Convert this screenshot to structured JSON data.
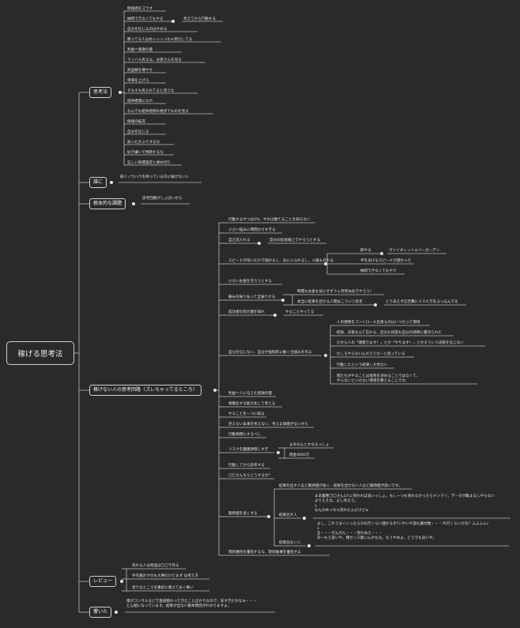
{
  "root": "稼げる思考法",
  "b_thinking": {
    "label": "思考法",
    "items": [
      "情報源をズラす",
      "納得できなくてもやる",
      "考えてから行動する",
      "自分を信じるのはやめる",
      "勝ってる人はめっっっっちゃ努力してる",
      "利益＝感謝の量",
      "ライバル見るな、お客さんを見る",
      "商品数を増やせ",
      "単価を上げろ",
      "そもそも見られてると思うな",
      "提供者側になれ",
      "なんでも提供者側の視点でものを見る",
      "情報の転売",
      "自分を信じる",
      "知ったかぶりするな",
      "好き嫌いで判断するな",
      "正しい目標設定と締め切り"
    ]
  },
  "b_intro": {
    "label": "誰に",
    "item": "稼ぐノウハウを持っているのに稼げない人"
  },
  "b_root": {
    "label": "根本的な課題",
    "item": "思考回路がしょぼいから"
  },
  "b_bad": {
    "label": "稼げない人の思考回路（ズレちゃってるところ）",
    "i1": "行動するやつは2%、やれば勝てることを知らない",
    "i2": "小さい悩みに時間かけすぎる",
    "i3": "自己流入れる",
    "i3a": "自分の延長線上でやろうとする",
    "i4": "スピードが早いだけで儲かるし、気に入られるし、人脈も作れる",
    "i4a": "即やる",
    "i4a1": "ヴァイオレットエバーガーデン",
    "i4b": "手をあげるスピードが遅かった",
    "i4c": "納得できなくてもやり",
    "i5": "小さいお金を守ろうとする",
    "i6": "痛みを振り払って全振りする",
    "i6a": "時間もお金も気にせず３ヶ月死ぬ気でやろう！",
    "i6b": "本当に結果を出せる人間はこういう思考",
    "i6b1": "とりあえず広告費に３００万をぶっ込んでる",
    "i7": "成功者の努力量を知れ",
    "i7a": "やることやってる",
    "i8": "自分を信じない、自分が強制的に動く仕組みを作る",
    "i8a": "人の感情をコントロール出来るのはいつだって環境",
    "i8b": "結局、決意なんて忘れる、自分も何度も自分の感情に裏切られた",
    "i8c": "だから人の「頑張ります！」とか「やります！」とかそういう決意を信じない",
    "i8d": "むしろやらないんだろうなーと思っている",
    "i8e": "行動したという結果しか見ない",
    "i8f": "僕たちがやることは覚悟を決めることではなくて、\nやらないといけない環境を整えることです。",
    "i9": "利益＝人に与えた感謝の量",
    "i10": "視聴化する能力化して考える",
    "i11": "やることを一つに絞る",
    "i12": "見えない未来を考えない、考える価値がないから",
    "i13": "行動目標にするべし",
    "i14": "リスクを腹膜評価しすぎ",
    "i14a": "まあなんとかなるっしょ",
    "i14b": "借金4000万",
    "i15": "行動してから思考する",
    "i16": "〇〇さんならどうするか？",
    "i17": "期待値を低くする",
    "i17a": "結果を出す人ほど期待値が低く、結果を出せない人ほど期待値が高いです。",
    "i17b": "結果出す人",
    "i17b1": "まあ最悪〇〇さん1人に売れれば良いっしょ。もし一つも売れなかったらドンマイ、データが集まるしやらない\nよりええな。よし作ろう。\n↓\nなんかめっちゃ売れたんだけどw",
    "i17c": "結果出ない人",
    "i17c1": "よし、これうまくいったら100万くらい儲かるぞ?いやいや案も最付数・・・70万くらいかな？ふふふふ♪\n↓\n全・・・ぜんぜん・・・売れねえ・・・\nあ〜もう良いや。俺センス無いんかもな。もうやめよ、どうでも良いや。",
    "i18": "現状維持を優先するな、現状破壊を優先せよ"
  },
  "b_review": {
    "label": "レビュー",
    "items": [
      "売れる人は商品は〇〇で作る",
      "手を動かすのも大事だけどまず は考え方",
      "足りなところを最初に教えておく事い"
    ]
  },
  "b_heard": {
    "label": "響いた",
    "item": "僕がコンサルなどで直接教わってきたことばかりなので、安すぎだかなぁ・・・\nと心配になっています。結果が出ない根本原因がわかりますよ。"
  }
}
